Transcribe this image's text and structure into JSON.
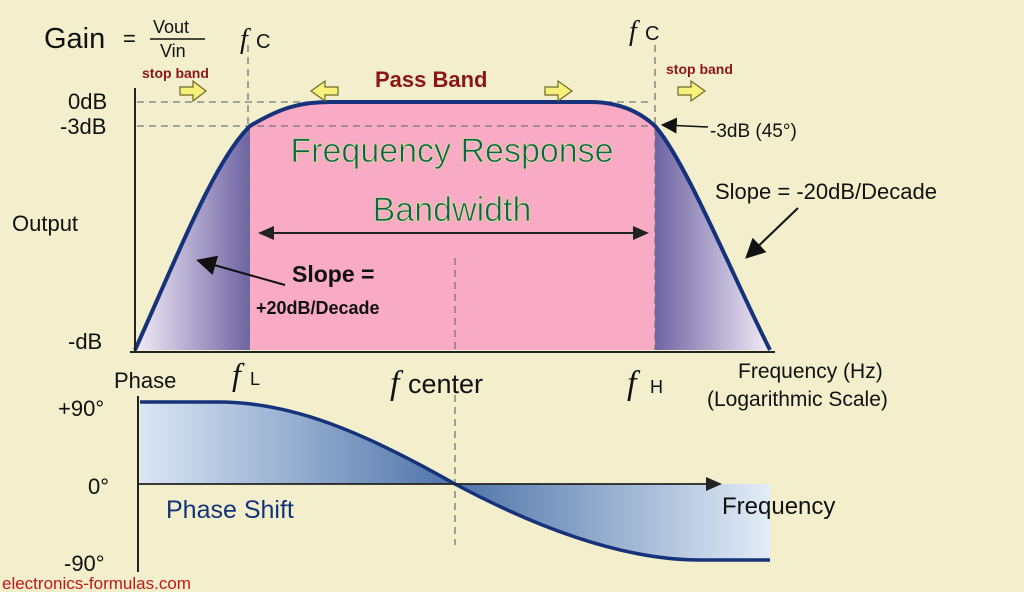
{
  "gain": {
    "label": "Gain",
    "equals": "=",
    "numerator": "Vout",
    "denominator": "Vin"
  },
  "cutoff": {
    "left_f": "f",
    "left_sub": "C",
    "right_f": "f",
    "right_sub": "C"
  },
  "bands": {
    "stop_left": "stop band",
    "stop_right": "stop band",
    "pass": "Pass Band"
  },
  "y_axis": {
    "zero_db": "0dB",
    "minus3_db": "-3dB",
    "output": "Output",
    "minus_db": "-dB"
  },
  "main": {
    "title_line1": "Frequency Response",
    "title_line2": "Bandwidth",
    "slope_left_line1": "Slope =",
    "slope_left_line2": "+20dB/Decade",
    "slope_right": "Slope = -20dB/Decade",
    "minus3_note": "-3dB (45°)"
  },
  "x_axis": {
    "fl_f": "f",
    "fl_sub": "L",
    "fcenter_f": "f",
    "fcenter_text": "center",
    "fh_f": "f",
    "fh_sub": "H",
    "freq_line1": "Frequency (Hz)",
    "freq_line2": "(Logarithmic Scale)"
  },
  "phase": {
    "label": "Phase",
    "plus90": "+90°",
    "zero": "0°",
    "minus90": "-90°",
    "shift": "Phase Shift",
    "frequency": "Frequency"
  },
  "watermark": "electronics-formulas.com",
  "colors": {
    "background": "#f3eecb",
    "passband": "#f9aac4",
    "rolloff": "#7a6ea8",
    "curve": "#16327a",
    "phase_fill": "#5c7fb1",
    "arrow_fill": "#f7f07a",
    "stop_band_text": "#8c1616",
    "watermark": "#c21717",
    "title_text": "#0f5f5a"
  }
}
